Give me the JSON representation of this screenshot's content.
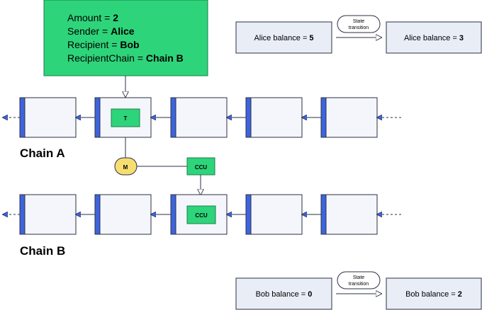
{
  "transaction": {
    "lines": [
      {
        "label": "Amount = ",
        "value": "2"
      },
      {
        "label": "Sender = ",
        "value": "Alice"
      },
      {
        "label": "Recipient = ",
        "value": "Bob"
      },
      {
        "label": "RecipientChain = ",
        "value": "Chain B"
      }
    ]
  },
  "chains": [
    {
      "name": "Chain A",
      "block_count": 5,
      "inner_label": "T",
      "inner_block": 2
    },
    {
      "name": "Chain B",
      "block_count": 5,
      "inner_label": "CCU",
      "inner_block": 3
    }
  ],
  "message_node": {
    "label": "M"
  },
  "ccu_node": {
    "label": "CCU"
  },
  "balances": {
    "alice": {
      "before_label": "Alice balance = ",
      "before_value": "5",
      "after_label": "Alice balance = ",
      "after_value": "3",
      "transition": [
        "State",
        "transition"
      ]
    },
    "bob": {
      "before_label": "Bob balance = ",
      "before_value": "0",
      "after_label": "Bob balance = ",
      "after_value": "2",
      "transition": [
        "State",
        "transition"
      ]
    }
  },
  "colors": {
    "green": "#2ed47a",
    "green_border": "#1d7d4a",
    "block_fill": "#f4f6fb",
    "block_border": "#2b3045",
    "block_accent": "#3d63dd",
    "yellow": "#f7de72",
    "balance_fill": "#e9edf6",
    "line": "#2b3045"
  }
}
